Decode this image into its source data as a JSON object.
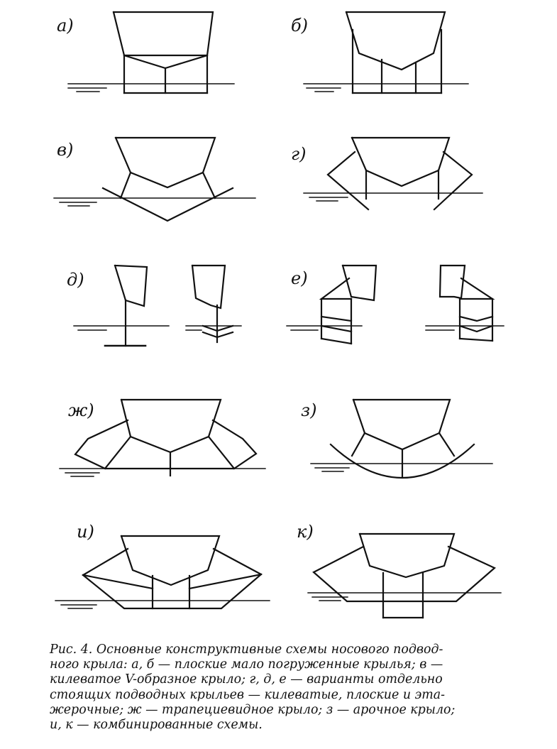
{
  "panels": [
    {
      "id": "a",
      "label": "а)"
    },
    {
      "id": "b",
      "label": "б)"
    },
    {
      "id": "v",
      "label": "в)"
    },
    {
      "id": "g",
      "label": "г)"
    },
    {
      "id": "d",
      "label": "д)"
    },
    {
      "id": "e",
      "label": "е)"
    },
    {
      "id": "zh",
      "label": "ж)"
    },
    {
      "id": "z",
      "label": "з)"
    },
    {
      "id": "i",
      "label": "и)"
    },
    {
      "id": "k",
      "label": "к)"
    }
  ],
  "caption": {
    "lines": [
      "Рис. 4. Основные конструктивные схемы носового подвод-",
      "ного крыла: а, б — плоские мало погруженные крылья; в —",
      "килеватое V-образное крыло; г, д, е — варианты отдельно",
      "стоящих подводных крыльев — килеватые, плоские и эта-",
      "жерочные; ж — трапециевидное крыло; з — арочное крыло;",
      "и, к — комбинированные схемы."
    ]
  }
}
